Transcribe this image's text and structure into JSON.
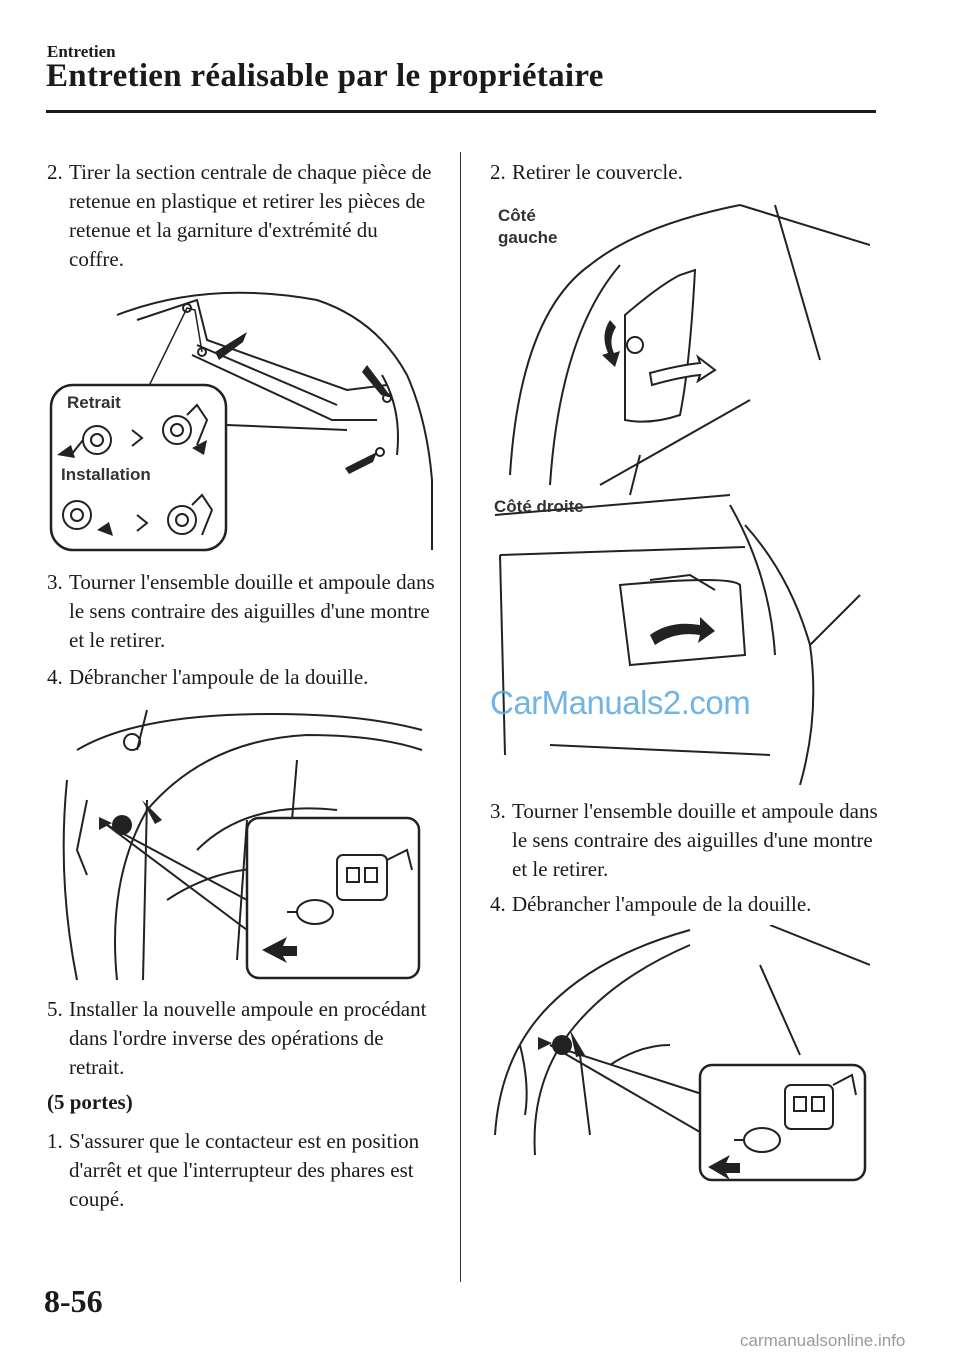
{
  "header": {
    "section": "Entretien",
    "title": "Entretien réalisable par le propriétaire"
  },
  "left_column": {
    "step2": {
      "num": "2.",
      "text": "Tirer la section centrale de chaque pièce de retenue en plastique et retirer les pièces de retenue et la garniture d'extrémité du coffre."
    },
    "fig1": {
      "label_retrait": "Retrait",
      "label_installation": "Installation"
    },
    "step3": {
      "num": "3.",
      "text": "Tourner l'ensemble douille et ampoule dans le sens contraire des aiguilles d'une montre et le retirer."
    },
    "step4": {
      "num": "4.",
      "text": "Débrancher l'ampoule de la douille."
    },
    "step5": {
      "num": "5.",
      "text": "Installer la nouvelle ampoule en procédant dans l'ordre inverse des opérations de retrait."
    },
    "heading_5portes": "(5 portes)",
    "step1": {
      "num": "1.",
      "text": "S'assurer que le contacteur est en position d'arrêt et que l'interrupteur des phares est coupé."
    }
  },
  "right_column": {
    "step2": {
      "num": "2.",
      "text": "Retirer le couvercle."
    },
    "fig3": {
      "label_cote_gauche": "Côté gauche",
      "label_cote_droite": "Côté droite"
    },
    "step3": {
      "num": "3.",
      "text": "Tourner l'ensemble douille et ampoule dans le sens contraire des aiguilles d'une montre et le retirer."
    },
    "step4": {
      "num": "4.",
      "text": "Débrancher l'ampoule de la douille."
    }
  },
  "watermark": "CarManuals2.com",
  "page_number": "8-56",
  "footer_site": "carmanualsonline.info"
}
